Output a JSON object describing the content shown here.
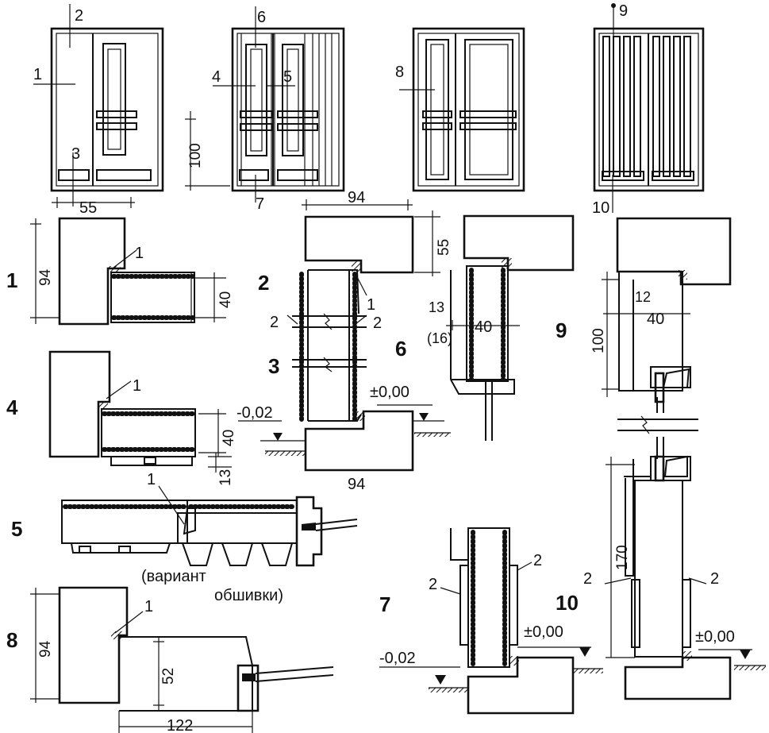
{
  "elevations": {
    "e1": {
      "labels": [
        "1",
        "2",
        "3"
      ],
      "width": "55"
    },
    "e2": {
      "labels": [
        "4",
        "5",
        "6",
        "7"
      ],
      "height": "100",
      "width": "94"
    },
    "e3": {
      "labels": [
        "8"
      ]
    },
    "e4": {
      "labels": [
        "9",
        "10"
      ]
    }
  },
  "sections": {
    "s1": {
      "num": "1",
      "dims": [
        "94",
        "40"
      ],
      "callouts": [
        "1"
      ]
    },
    "s2": {
      "num": "2",
      "dims": [
        "55"
      ],
      "callouts": [
        "1",
        "2",
        "2"
      ],
      "level": "±0,00"
    },
    "s3": {
      "num": "3",
      "dims": [
        "94"
      ]
    },
    "s4": {
      "num": "4",
      "dims": [
        "40",
        "13"
      ],
      "callouts": [
        "1"
      ],
      "level": "-0,02"
    },
    "s5": {
      "num": "5",
      "callouts": [
        "1"
      ],
      "note_line1": "(вариант",
      "note_line2": "обшивки)"
    },
    "s6": {
      "num": "6",
      "dims": [
        "13",
        "(16)",
        "40"
      ]
    },
    "s7": {
      "num": "7",
      "callouts": [
        "2",
        "2"
      ],
      "level_low": "-0,02",
      "level": "±0,00"
    },
    "s8": {
      "num": "8",
      "dims": [
        "94",
        "52",
        "122"
      ],
      "callouts": [
        "1"
      ]
    },
    "s9": {
      "num": "9",
      "dims": [
        "12",
        "40",
        "100",
        "170"
      ],
      "callouts": [
        "2",
        "2"
      ],
      "level": "±0,00"
    },
    "s10": {
      "num": "10"
    }
  },
  "colors": {
    "ink": "#111111",
    "paper": "#ffffff"
  }
}
